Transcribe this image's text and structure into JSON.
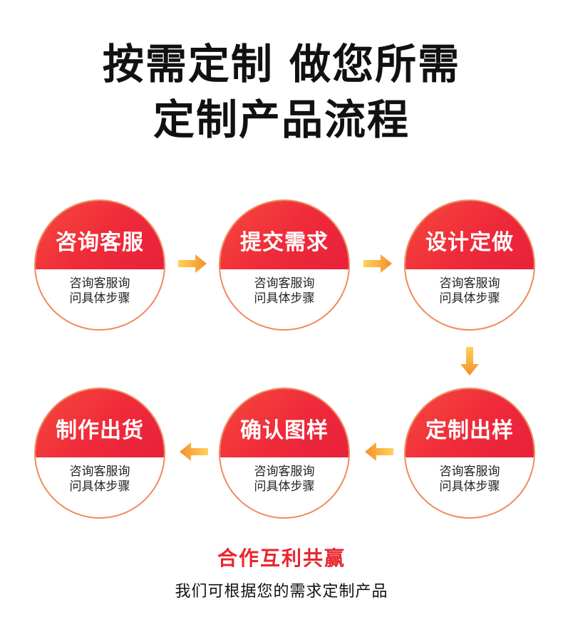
{
  "header": {
    "title_line1": "按需定制 做您所需",
    "title_line2": "定制产品流程"
  },
  "steps": [
    {
      "title": "咨询客服",
      "desc_line1": "咨询客服询",
      "desc_line2": "问具体步骤"
    },
    {
      "title": "提交需求",
      "desc_line1": "咨询客服询",
      "desc_line2": "问具体步骤"
    },
    {
      "title": "设计定做",
      "desc_line1": "咨询客服询",
      "desc_line2": "问具体步骤"
    },
    {
      "title": "定制出样",
      "desc_line1": "咨询客服询",
      "desc_line2": "问具体步骤"
    },
    {
      "title": "确认图样",
      "desc_line1": "咨询客服询",
      "desc_line2": "问具体步骤"
    },
    {
      "title": "制作出货",
      "desc_line1": "咨询客服询",
      "desc_line2": "问具体步骤"
    }
  ],
  "colors": {
    "accent_red": "#ef2a3a",
    "border": "#f08a5c",
    "arrow_light": "#ffd15a",
    "arrow_dark": "#f3902a"
  },
  "footer": {
    "title": "合作互利共赢",
    "subtitle": "我们可根据您的需求定制产品"
  }
}
